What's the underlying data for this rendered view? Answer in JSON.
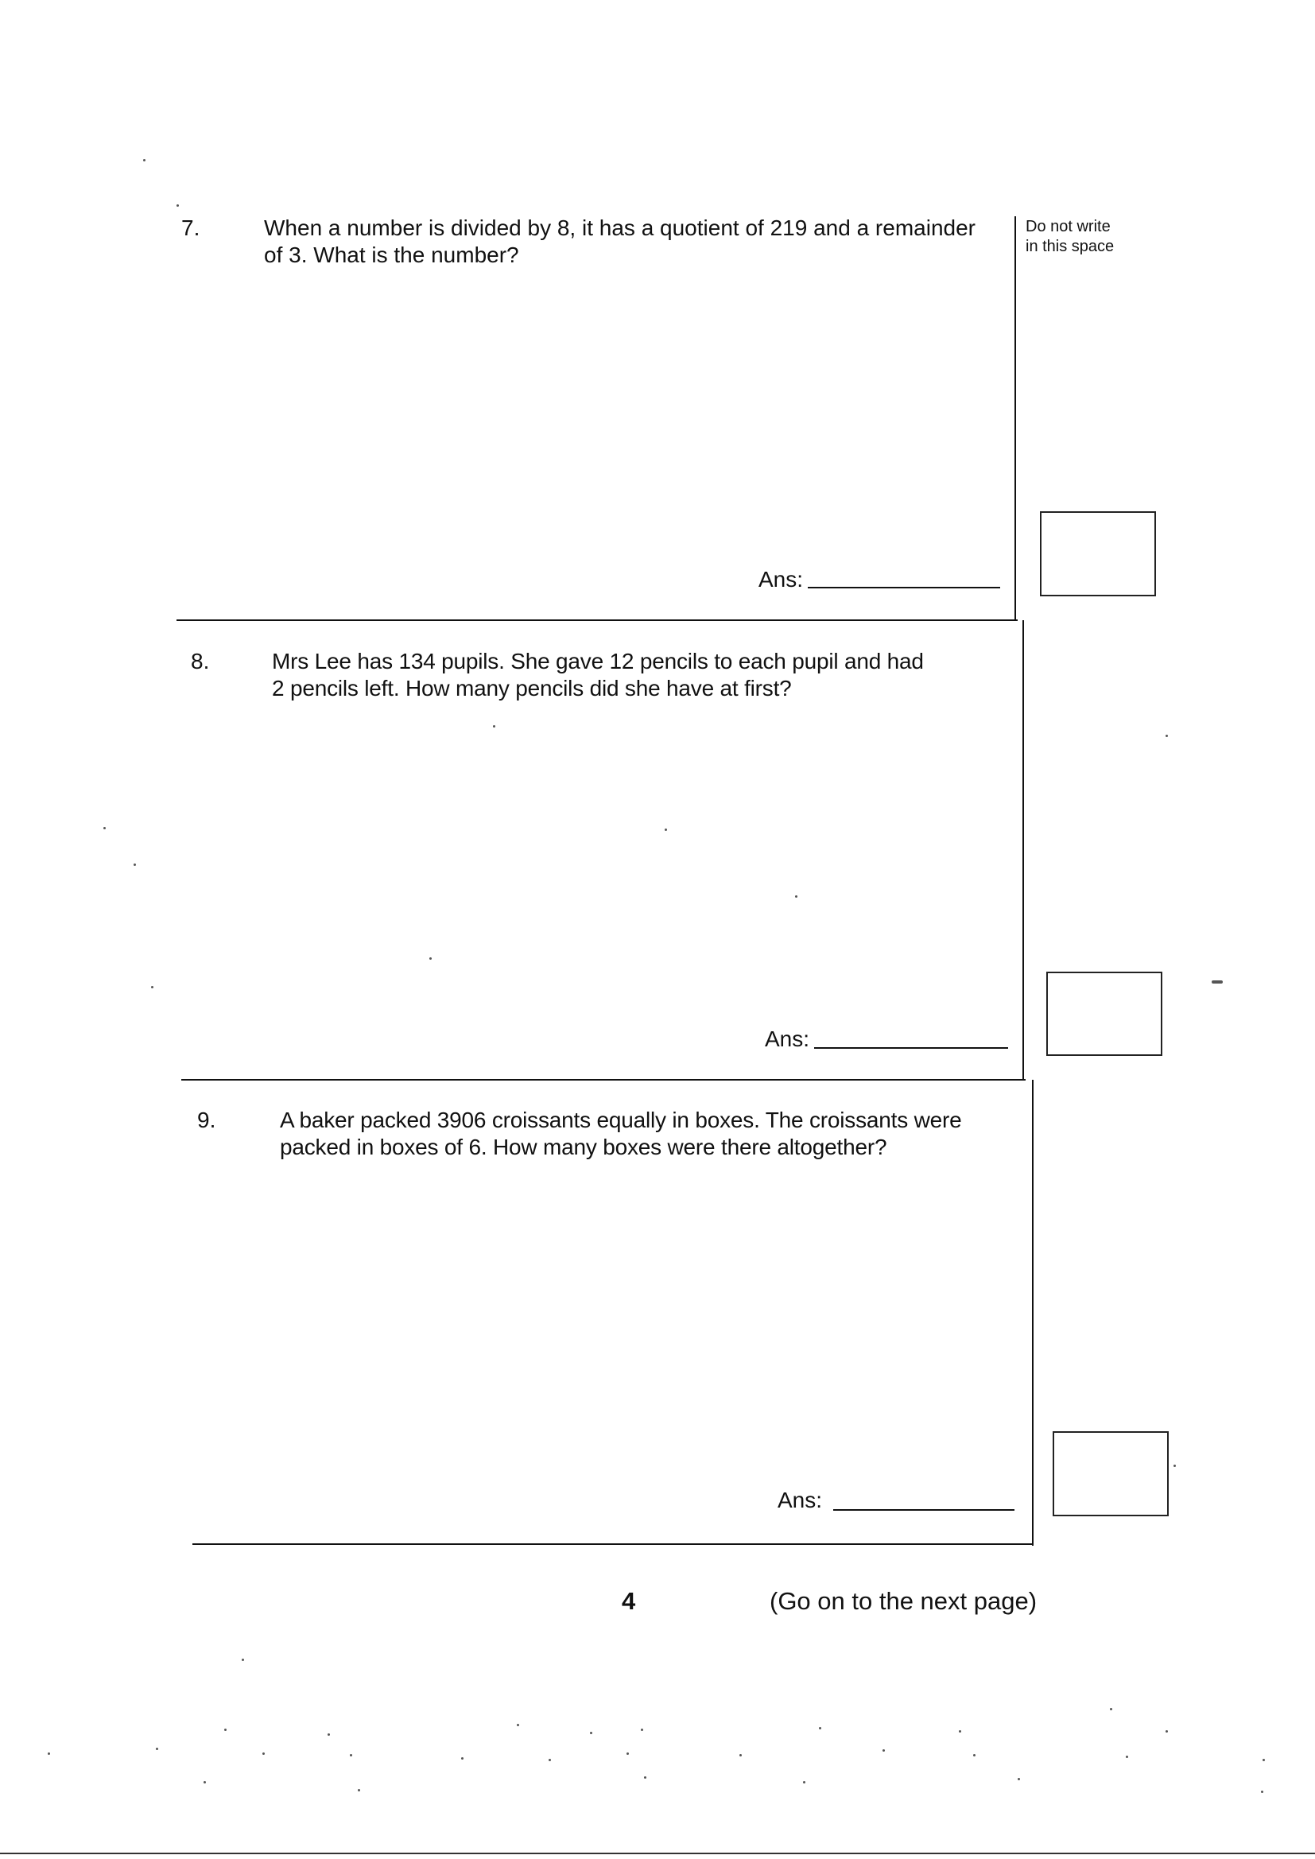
{
  "margin_note": "Do not write\nin this space",
  "questions": [
    {
      "number": "7.",
      "text": "When a number is divided by 8, it has a quotient of 219 and a remainder\nof 3. What is the number?",
      "answer_label": "Ans:"
    },
    {
      "number": "8.",
      "text": "Mrs Lee has 134 pupils. She gave 12 pencils to each pupil and had\n2 pencils left. How many pencils did she have at first?",
      "answer_label": "Ans:"
    },
    {
      "number": "9.",
      "text": "A baker packed 3906 croissants equally in boxes. The croissants were\npacked in boxes of 6. How many boxes were there altogether?",
      "answer_label": "Ans:"
    }
  ],
  "footer": {
    "page_number": "4",
    "next_page_note": "(Go on to the next page)"
  }
}
